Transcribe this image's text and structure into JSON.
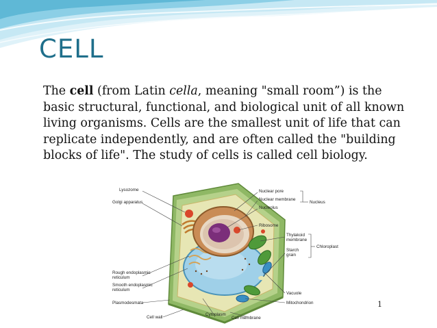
{
  "slide": {
    "title": "CELL",
    "body": {
      "part1": "The ",
      "term": "cell",
      "part2": " (from Latin ",
      "latin": "cella",
      "part3": ", meaning \"small room”) is the basic structural, functional, and biological unit of all known living organisms. Cells are the smallest unit of life that can replicate independently, and are often called the \"building blocks of life\". The study of cells is called cell biology."
    },
    "page_number": "1"
  },
  "diagram": {
    "labels": {
      "lysozome": "Lysozome",
      "golgi": "Golgi apparatus",
      "rough_er": [
        "Rough endoplasmic",
        "reticulum"
      ],
      "smooth_er": [
        "Smooth endoplasmic",
        "reticulum"
      ],
      "plasmodesmata": "Plasmodesmata",
      "cell_wall": "Cell wall",
      "cytoplasm": "Cytoplasm",
      "cell_membrane": "Cell membrane",
      "nuclear_pore": "Nuclear pore",
      "nuclear_membrane": "Nuclear membrane",
      "nucleus": "Nucleus",
      "nucleolus": "Nucleolus",
      "ribosome": "Ribosome",
      "thylakoid": [
        "Thylakoid",
        "membrane"
      ],
      "chloroplast": "Chloroplast",
      "starch": [
        "Starch",
        "grain"
      ],
      "vacuole": "Vacuole",
      "mitochondrion": "Mitochondrion"
    }
  },
  "colors": {
    "title": "#1f6f8b",
    "wave_dark": "#5fb8d6",
    "wave_light": "#c6e8f4",
    "cell_wall": "#8fb865",
    "cytoplasm": "#e7e6b4",
    "vacuole": "#9fd0e8",
    "nucleolus": "#7b2e7a",
    "mitochondrion": "#3a8fc4",
    "lysosome": "#d9472b"
  }
}
